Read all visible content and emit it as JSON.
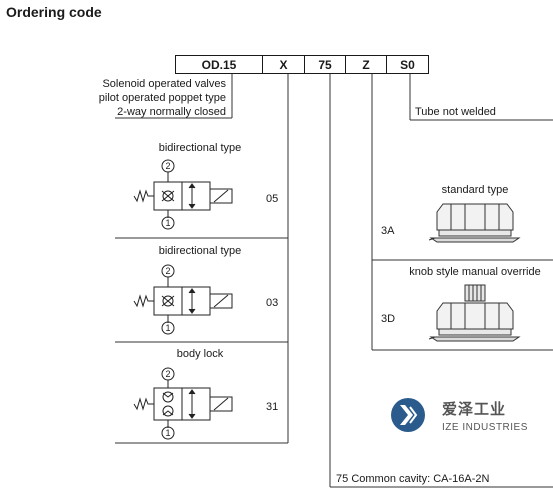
{
  "title": "Ordering code",
  "code_cells": [
    "OD.15",
    "X",
    "75",
    "Z",
    "S0"
  ],
  "valve_description": [
    "Solenoid operated valves",
    "pilot operated poppet type",
    "2-way normally closed"
  ],
  "tube_note": "Tube not welded",
  "valve_types": [
    {
      "label": "bidirectional type",
      "code": "05",
      "port_top": "2",
      "port_bottom": "1"
    },
    {
      "label": "bidirectional type",
      "code": "03",
      "port_top": "2",
      "port_bottom": "1"
    },
    {
      "label": "body lock",
      "code": "31",
      "port_top": "2",
      "port_bottom": "1"
    }
  ],
  "knob_types": [
    {
      "label": "standard type",
      "code": "3A"
    },
    {
      "label": "knob style manual override",
      "code": "3D"
    }
  ],
  "cavity_note": {
    "code": "75",
    "text": "Common cavity: CA-16A-2N"
  },
  "watermark": {
    "chinese": "爱泽工业",
    "english": "IZE INDUSTRIES",
    "color": "#2a5b8c"
  }
}
